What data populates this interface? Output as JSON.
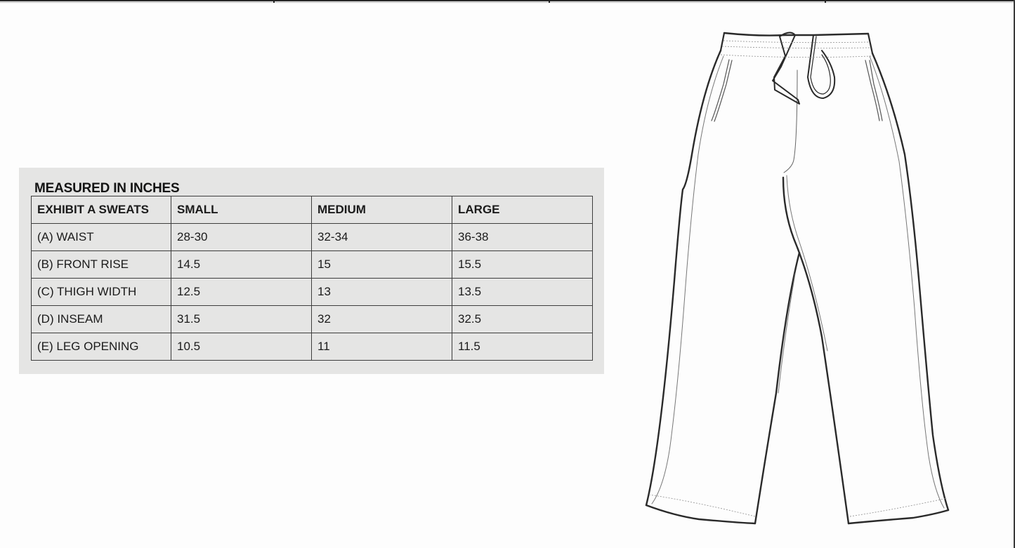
{
  "page": {
    "top_rule_ticks_x": [
      130,
      261,
      392
    ]
  },
  "size_chart": {
    "title": "MEASURED IN INCHES",
    "columns": [
      "EXHIBIT A SWEATS",
      "SMALL",
      "MEDIUM",
      "LARGE"
    ],
    "rows": [
      {
        "label": "(A) WAIST",
        "small": "28-30",
        "medium": "32-34",
        "large": "36-38"
      },
      {
        "label": "(B) FRONT RISE",
        "small": "14.5",
        "medium": "15",
        "large": "15.5"
      },
      {
        "label": "(C) THIGH WIDTH",
        "small": "12.5",
        "medium": "13",
        "large": "13.5"
      },
      {
        "label": "(D) INSEAM",
        "small": "31.5",
        "medium": "32",
        "large": "32.5"
      },
      {
        "label": "(E) LEG OPENING",
        "small": "10.5",
        "medium": "11",
        "large": "11.5"
      }
    ]
  },
  "illustration": {
    "subject": "sweatpants-flat-sketch",
    "stroke_color": "#2a2a2a",
    "stitch_color": "#9a9a9a"
  }
}
